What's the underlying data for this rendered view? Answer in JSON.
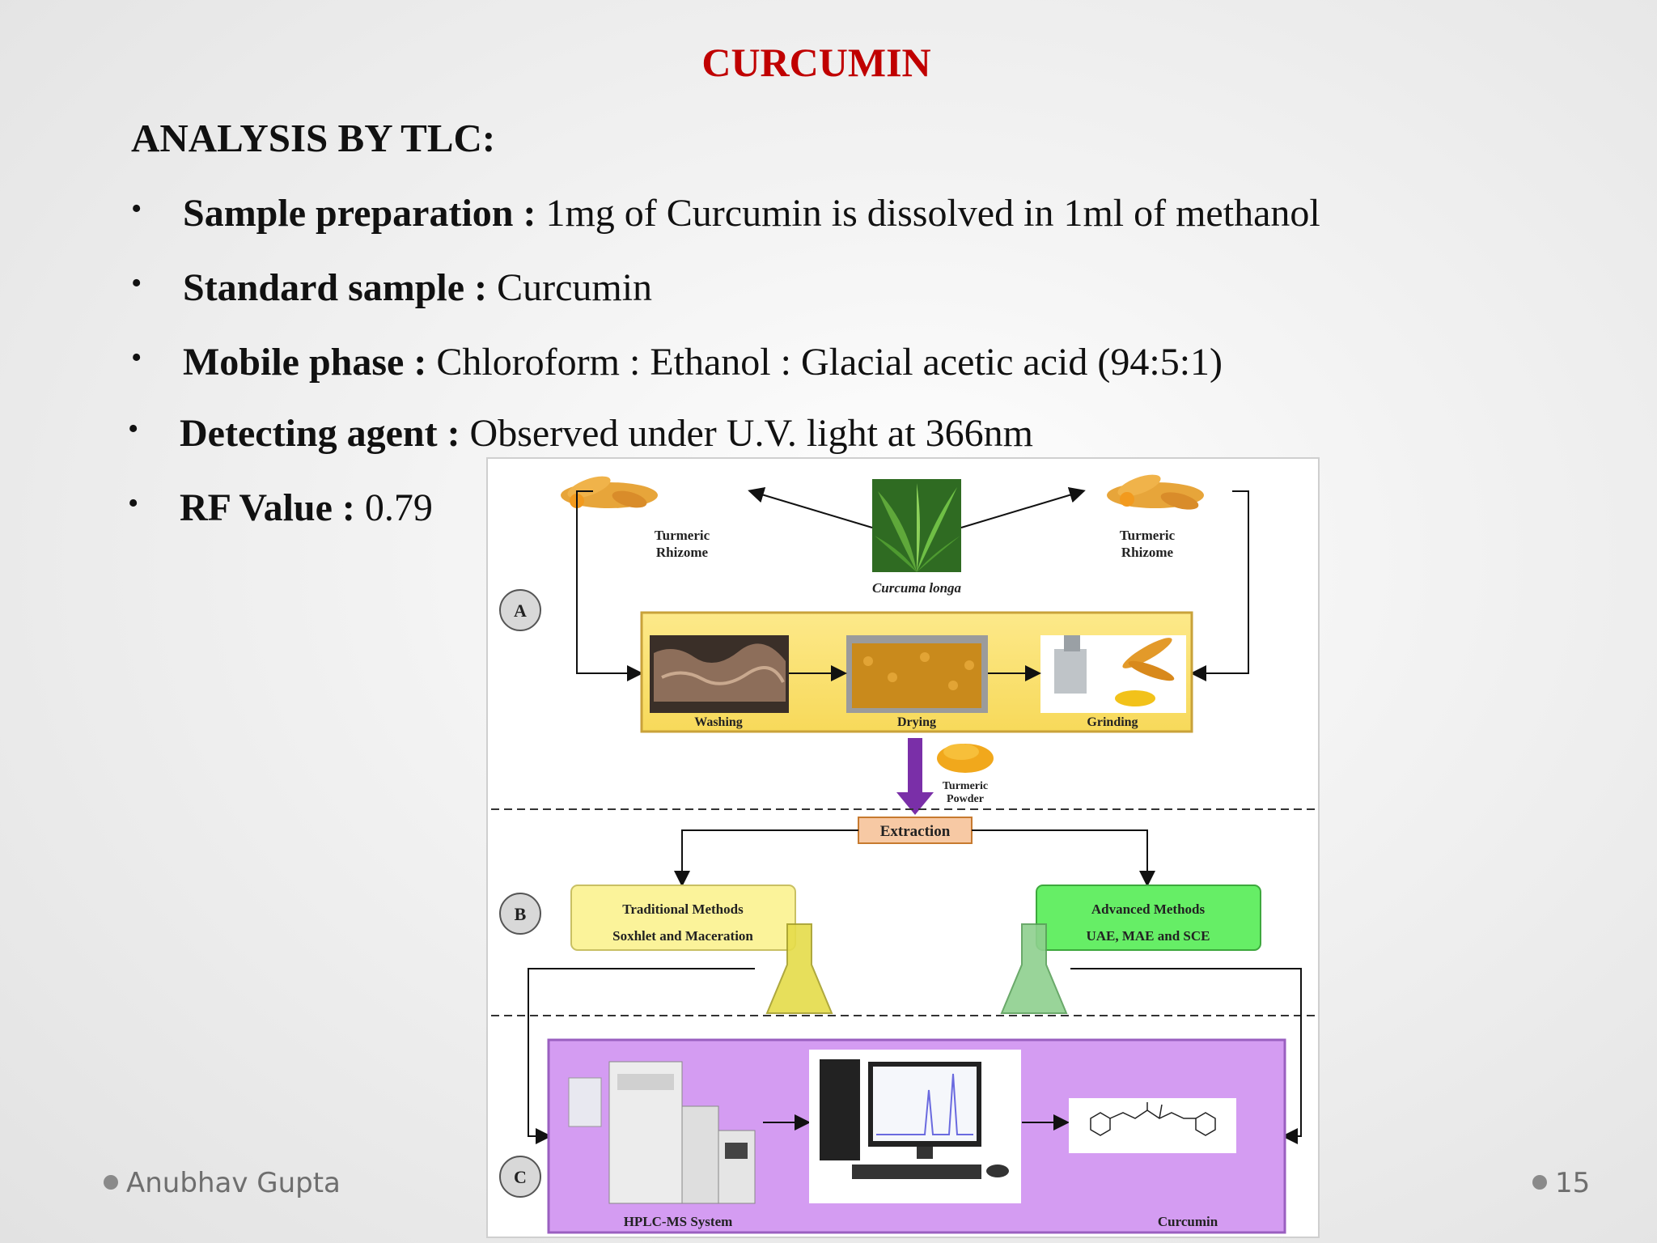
{
  "slide": {
    "title": "CURCUMIN",
    "heading": "ANALYSIS BY TLC:",
    "bullets": [
      {
        "label": "Sample preparation :",
        "value": " 1mg of Curcumin is dissolved in 1ml of methanol"
      },
      {
        "label": "Standard sample :",
        "value": " Curcumin"
      },
      {
        "label": "Mobile phase :",
        "value": " Chloroform : Ethanol : Glacial acetic acid (94:5:1)"
      },
      {
        "label": "Detecting agent :",
        "value": " Observed under U.V.  light at 366nm"
      },
      {
        "label": "RF Value :",
        "value": " 0.79"
      }
    ],
    "bullet_symbol": "•",
    "footer_author": "Anubhav Gupta",
    "footer_page": "15"
  },
  "figure": {
    "rhizome_left": [
      "Turmeric",
      "Rhizome"
    ],
    "rhizome_right": [
      "Turmeric",
      "Rhizome"
    ],
    "plant_label": "Curcuma longa",
    "section_labels": [
      "A",
      "B",
      "C"
    ],
    "steps": [
      "Washing",
      "Drying",
      "Grinding"
    ],
    "powder_label": [
      "Turmeric",
      "Powder"
    ],
    "extraction": "Extraction",
    "traditional": [
      "Traditional  Methods",
      "Soxhlet  and  Maceration"
    ],
    "advanced": [
      "Advanced  Methods",
      "UAE,  MAE  and  SCE"
    ],
    "hplc_label": "HPLC-MS System",
    "curcumin_label": "Curcumin",
    "colors": {
      "title_red": "#c00000",
      "panel_a": "#fbe67a",
      "traditional_box": "#fbf39a",
      "advanced_box": "#66ee66",
      "extraction_box": "#f7c9a4",
      "panel_c": "#d49cf2",
      "arrow_purple": "#7a2fa8"
    }
  }
}
